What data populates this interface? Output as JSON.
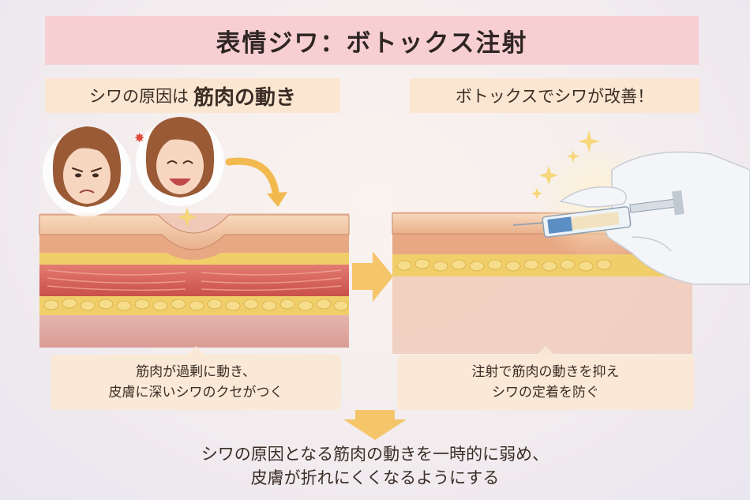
{
  "title": "表情ジワ：ボトックス注射",
  "left": {
    "label_prefix": "シワの原因は",
    "label_emphasis": "筋肉の動き",
    "caption_line1": "筋肉が過剰に動き、",
    "caption_line2": "皮膚に深いシワのクセがつく"
  },
  "right": {
    "label": "ボトックスでシワが改善！",
    "caption_line1": "注射で筋肉の動きを抑え",
    "caption_line2": "シワの定着を防ぐ"
  },
  "summary": {
    "line1": "シワの原因となる筋肉の動きを一時的に弱め、",
    "line2": "皮膚が折れにくくなるようにする"
  },
  "colors": {
    "title_bg": "#f7cfd3",
    "label_bg": "#fbe6d1",
    "arrow": "#f5c56a",
    "skin": "#f2c4a0",
    "muscle": "#d4605a",
    "fat": "#f0cf6a"
  },
  "icons": [
    "frowning-face-icon",
    "smiling-face-icon",
    "curved-arrow-icon",
    "sparkle-icon",
    "right-arrow-icon",
    "down-arrow-icon",
    "syringe-icon",
    "gloved-hand-icon"
  ]
}
